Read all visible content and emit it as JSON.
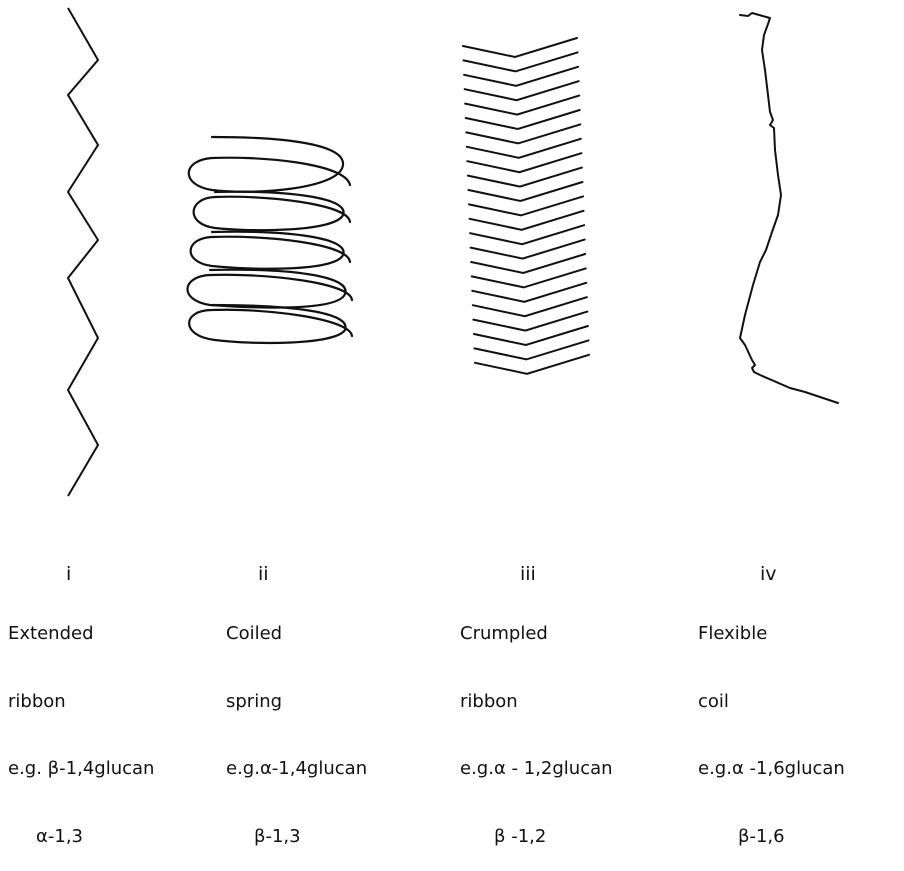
{
  "panels": [
    {
      "numeral": "i",
      "name_line1": "Extended",
      "name_line2": "ribbon",
      "example": "e.g. β-1,4glucan",
      "linkage": "α-1,3"
    },
    {
      "numeral": "ii",
      "name_line1": "Coiled",
      "name_line2": "spring",
      "example": "e.g.α-1,4glucan",
      "linkage": "β-1,3"
    },
    {
      "numeral": "iii",
      "name_line1": "Crumpled",
      "name_line2": "ribbon",
      "example": "e.g.α - 1,2glucan",
      "linkage": "β -1,2"
    },
    {
      "numeral": "iv",
      "name_line1": "Flexible",
      "name_line2": "coil",
      "example": "e.g.α -1,6glucan",
      "linkage": "β-1,6"
    }
  ],
  "colors": {
    "ink": "#111111",
    "background": "#ffffff"
  }
}
